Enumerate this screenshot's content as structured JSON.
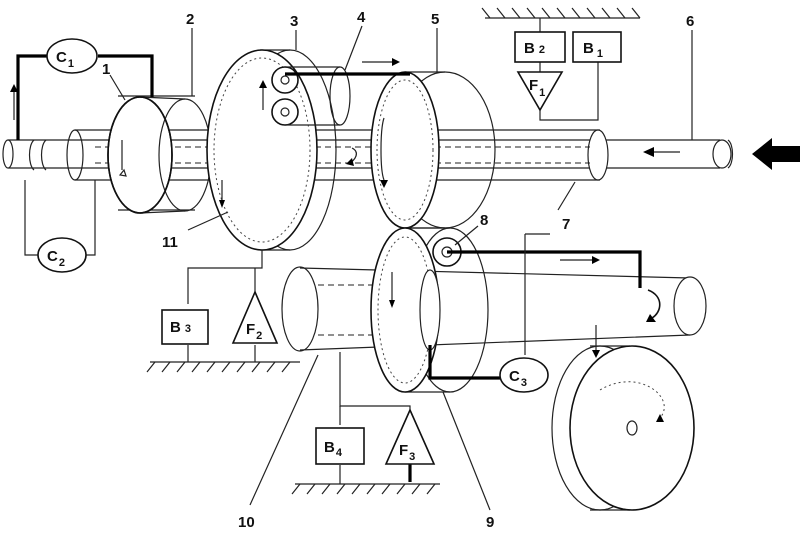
{
  "numbers": [
    "1",
    "2",
    "3",
    "4",
    "5",
    "6",
    "7",
    "8",
    "9",
    "10",
    "11"
  ],
  "clutches": [
    {
      "letter": "C",
      "sub": "1"
    },
    {
      "letter": "C",
      "sub": "2"
    },
    {
      "letter": "C",
      "sub": "3"
    }
  ],
  "brakes": [
    {
      "letter": "B",
      "sub": "1"
    },
    {
      "letter": "B",
      "sub": "2"
    },
    {
      "letter": "B",
      "sub": "3"
    },
    {
      "letter": "B",
      "sub": "4"
    }
  ],
  "freewheels": [
    {
      "letter": "F",
      "sub": "1"
    },
    {
      "letter": "F",
      "sub": "2"
    },
    {
      "letter": "F",
      "sub": "3"
    }
  ]
}
